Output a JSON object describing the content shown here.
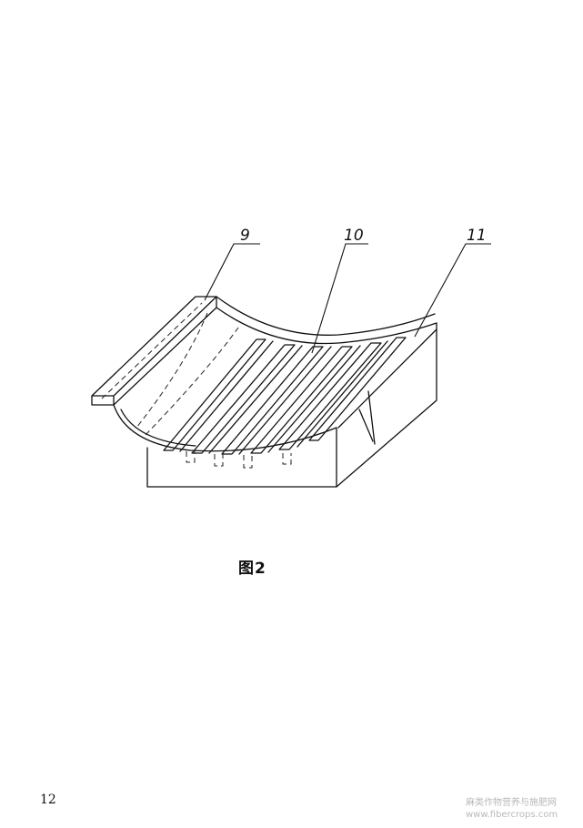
{
  "figure": {
    "caption": "图2",
    "callouts": [
      {
        "id": "9",
        "label": "9"
      },
      {
        "id": "10",
        "label": "10"
      },
      {
        "id": "11",
        "label": "11"
      }
    ]
  },
  "page_number": "12",
  "watermark": {
    "line1": "麻类作物营养与施肥网",
    "line2": "www.fibercrops.com"
  }
}
